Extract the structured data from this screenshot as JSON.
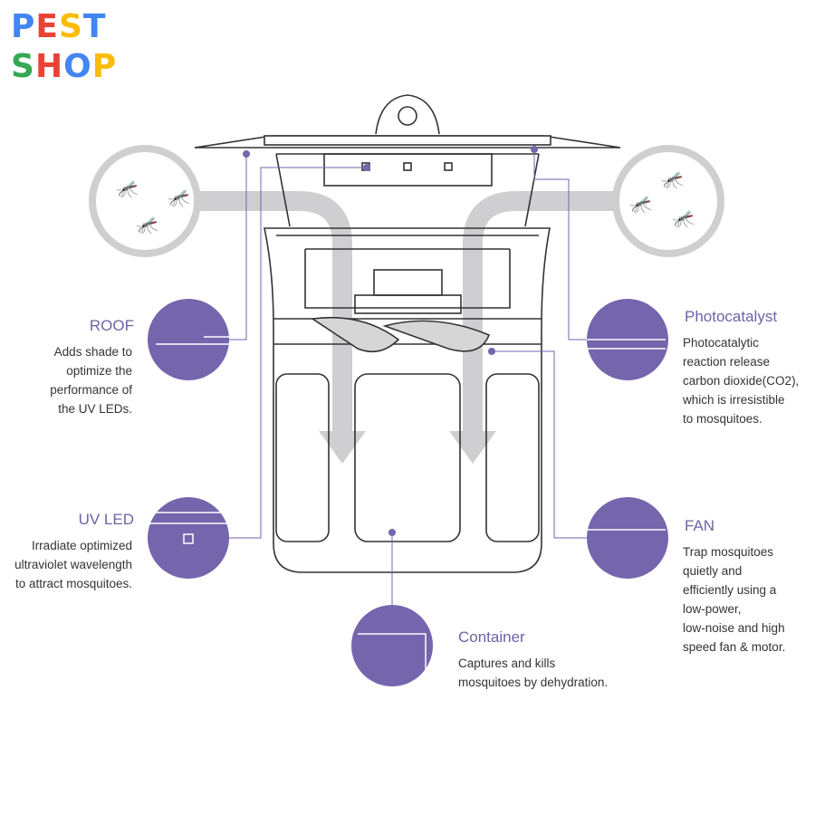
{
  "logo": {
    "line1": [
      "P",
      "E",
      "S",
      "T"
    ],
    "line2": [
      "S",
      "H",
      "O",
      "P"
    ],
    "colors": [
      "#4285f4",
      "#ea4335",
      "#fbbc05",
      "#4285f4",
      "#34a853",
      "#ea4335",
      "#4285f4",
      "#fbbc05"
    ]
  },
  "callouts": {
    "roof": {
      "title": "ROOF",
      "lines": [
        "Adds shade to",
        "optimize the",
        "performance of",
        "the UV LEDs."
      ]
    },
    "uvled": {
      "title": "UV LED",
      "lines": [
        "Irradiate optimized",
        "ultraviolet wavelength",
        "to attract mosquitoes."
      ]
    },
    "container": {
      "title": "Container",
      "lines": [
        "Captures and kills",
        "mosquitoes by dehydration."
      ]
    },
    "photocatalyst": {
      "title": "Photocatalyst",
      "lines": [
        "Photocatalytic",
        "reaction release",
        "carbon dioxide(CO2),",
        "which is irresistible",
        "to mosquitoes."
      ]
    },
    "fan": {
      "title": "FAN",
      "lines": [
        "Trap mosquitoes",
        "quietly and",
        "efficiently using a",
        "low-power,",
        "low-noise and high",
        "speed fan & motor."
      ]
    }
  },
  "colors": {
    "accent": "#6f62a6",
    "circle": "#7565ad",
    "arrow": "#cfcfd2",
    "line": "#333333"
  }
}
